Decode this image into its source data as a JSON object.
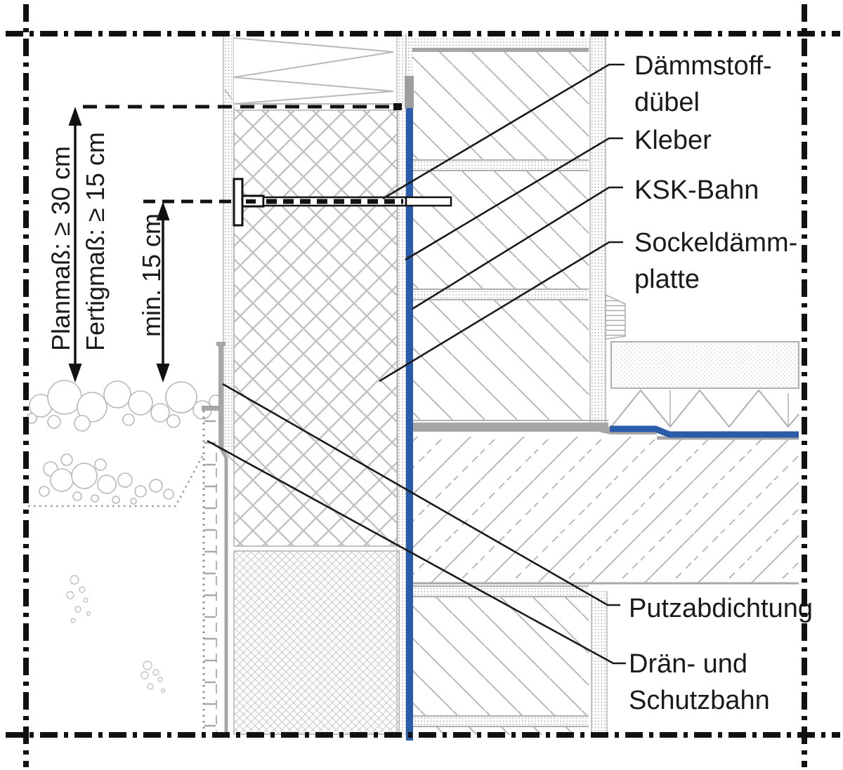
{
  "drawing": {
    "title": "Sockel-Detail (plinth construction detail section)",
    "labels": {
      "daemmstoff_line1": "Dämmstoff-",
      "daemmstoff_line2": "dübel",
      "kleber": "Kleber",
      "ksk": "KSK-Bahn",
      "sockel_line1": "Sockeldämm-",
      "sockel_line2": "platte",
      "putzabdichtung": "Putzabdichtung",
      "draen_line1": "Drän- und",
      "draen_line2": "Schutzbahn"
    },
    "dimensions": {
      "planmass": "Planmaß: ≥ 30 cm",
      "fertigmass": "Fertigmaß: ≥ 15 cm",
      "min15": "min. 15 cm"
    },
    "colors": {
      "membrane_blue": "#2b5caa",
      "hatch_gray": "#b8b8b8",
      "solid_gray": "#a6a6a6",
      "line_black": "#1a1a1a"
    }
  }
}
